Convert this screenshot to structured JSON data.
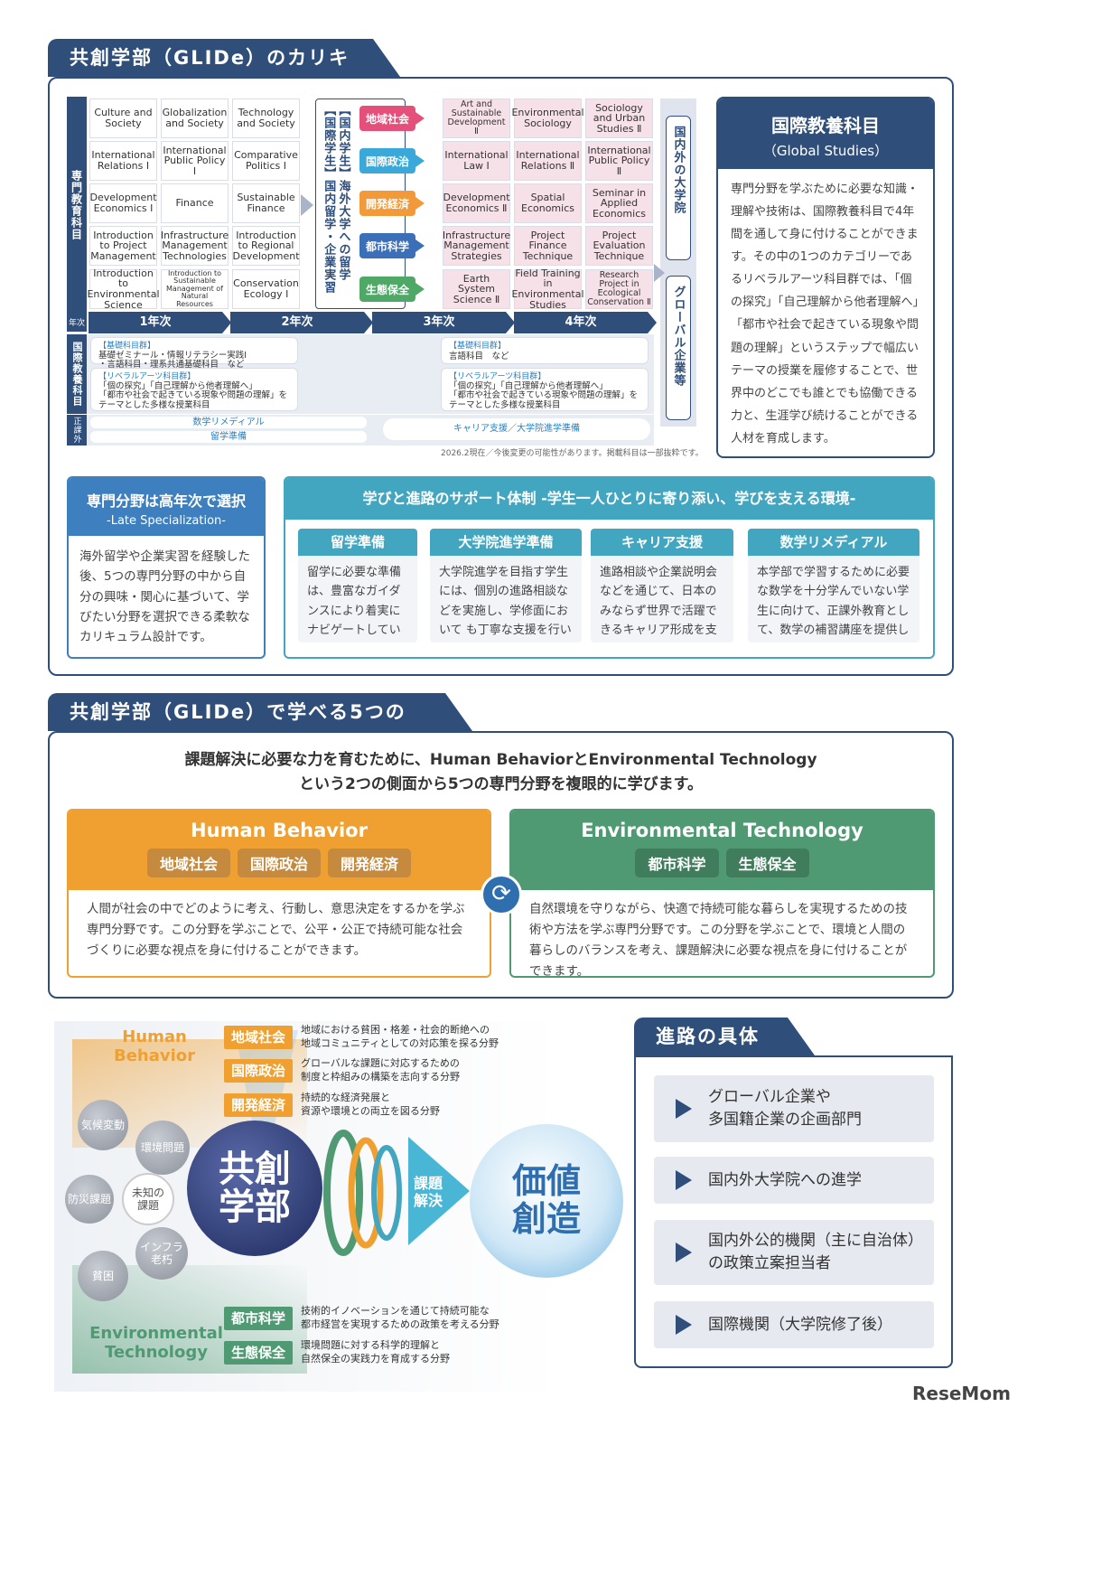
{
  "section1": {
    "title": "共創学部（GLIDe）のカリキュラム"
  },
  "curriculum": {
    "specialized_label": "専門教育科目",
    "grid_y12": [
      [
        "Culture and Society",
        "Globalization and Society",
        "Technology and Society"
      ],
      [
        "International Relations Ⅰ",
        "International Public Policy Ⅰ",
        "Comparative Politics Ⅰ"
      ],
      [
        "Development Economics Ⅰ",
        "Finance",
        "Sustainable Finance"
      ],
      [
        "Introduction to Project Management",
        "Infrastructure Management Technologies",
        "Introduction to Regional Development"
      ],
      [
        "Introduction to Environmental Science",
        "Introduction to Sustainable Management of Natural Resources",
        "Conservation Ecology Ⅰ"
      ]
    ],
    "abroad_text": "【国内学生】海外大学への留学\n【国際学生】国内留学・企業実習",
    "fields": [
      "地域社会",
      "国際政治",
      "開発経済",
      "都市科学",
      "生態保全"
    ],
    "grid_y34": [
      [
        "Art and Sustainable Development Ⅱ",
        "Environmental Sociology",
        "Sociology and Urban Studies Ⅱ"
      ],
      [
        "International Law Ⅰ",
        "International Relations Ⅱ",
        "International Public Policy Ⅱ"
      ],
      [
        "Development Economics Ⅱ",
        "Spatial Economics",
        "Seminar in Applied Economics"
      ],
      [
        "Infrastructure Management Strategies",
        "Project Finance Technique",
        "Project Evaluation Technique"
      ],
      [
        "Earth System Science Ⅱ",
        "Field Training in Environmental Studies",
        "Research Project in Ecological Conservation Ⅱ"
      ]
    ],
    "grad_label": "国内外の大学院",
    "company_label": "グローバル企業等",
    "year_label": "年次",
    "years": [
      "1年次",
      "2年次",
      "3年次",
      "4年次"
    ],
    "liberal_label": "国際教養科目",
    "basic1_tag": "【基礎科目群】",
    "basic1_text": "基礎ゼミナール・情報リテラシー実践Ⅰ\n・言語科目・理系共通基礎科目　など",
    "liberal1_tag": "【リベラルアーツ科目群】",
    "liberal1_text": "「個の探究」「自己理解から他者理解へ」\n「都市や社会で起きている現象や問題の理解」を\nテーマとした多様な授業科目",
    "basic2_tag": "【基礎科目群】",
    "basic2_text": "言語科目　など",
    "liberal2_tag": "【リベラルアーツ科目群】",
    "liberal2_text": "「個の探究」「自己理解から他者理解へ」\n「都市や社会で起きている現象や問題の理解」を\nテーマとした多様な授業科目",
    "extra_label": "正課外",
    "extra1": "数学リメディアル",
    "extra2": "留学準備",
    "extra3": "キャリア支援／大学院進学準備",
    "footnote": "2026.2現在／今後変更の可能性があります。掲載科目は一部抜粋です。"
  },
  "global_studies": {
    "title": "国際教養科目",
    "subtitle": "（Global Studies）",
    "body": "専門分野を学ぶために必要な知識・理解や技術は、国際教養科目で4年間を通して身に付けることができます。その中の1つのカテゴリーであるリベラルアーツ科目群では、「個の探究」「自己理解から他者理解へ」「都市や社会で起きている現象や問題の理解」というステップで幅広いテーマの授業を履修することで、世界中のどこでも誰とでも協働できる力と、生涯学び続けることができる人材を育成します。"
  },
  "late": {
    "title": "専門分野は高年次で選択",
    "subtitle": "-Late Specialization-",
    "body": "海外留学や企業実習を経験した後、5つの専門分野の中から自分の興味・関心に基づいて、学びたい分野を選択できる柔軟なカリキュラム設計です。"
  },
  "support": {
    "title": "学びと進路のサポート体制 -学生一人ひとりに寄り添い、学びを支える環境-",
    "cards": [
      {
        "title": "留学準備",
        "body": "留学に必要な準備は、豊富なガイダンスにより着実にナビゲートしていきます。"
      },
      {
        "title": "大学院進学準備",
        "body": "大学院進学を目指す学生には、個別の進路相談などを実施し、学修面において も丁寧な支援を行います。"
      },
      {
        "title": "キャリア支援",
        "body": "進路相談や企業説明会などを通じて、日本のみならず世界で活躍できるキャリア形成を支援します。"
      },
      {
        "title": "数学リメディアル",
        "body": "本学部で学習するために必要な数学を十分学んでいない学生に向けて、正課外教育として、数学の補習講座を提供します。"
      }
    ]
  },
  "section2": {
    "title": "共創学部（GLIDe）で学べる5つの専門分野",
    "lead1": "課題解決に必要な力を育むために、Human BehaviorとEnvironmental Technology",
    "lead2": "という2つの側面から5つの専門分野を複眼的に学びます。"
  },
  "human": {
    "title": "Human Behavior",
    "tags": [
      "地域社会",
      "国際政治",
      "開発経済"
    ],
    "body": "人間が社会の中でどのように考え、行動し、意思決定をするかを学ぶ専門分野です。この分野を学ぶことで、公平・公正で持続可能な社会づくりに必要な視点を身に付けることができます。",
    "color": "#f0a030"
  },
  "env": {
    "title": "Environmental Technology",
    "tags": [
      "都市科学",
      "生態保全"
    ],
    "body": "自然環境を守りながら、快適で持続可能な暮らしを実現するための技術や方法を学ぶ専門分野です。この分野を学ぶことで、環境と人間の暮らしのバランスを考え、課題解決に必要な視点を身に付けることができます。",
    "color": "#4f9a72"
  },
  "diagram": {
    "human_label": "Human Behavior",
    "env_label": "Environmental Technology",
    "fields": [
      {
        "tag": "地域社会",
        "desc": "地域における貧困・格差・社会的断絶への\n地域コミュニティとしての対応策を探る分野"
      },
      {
        "tag": "国際政治",
        "desc": "グローバルな課題に対応するための\n制度と枠組みの構築を志向する分野"
      },
      {
        "tag": "開発経済",
        "desc": "持続的な経済発展と\n資源や環境との両立を図る分野"
      },
      {
        "tag": "都市科学",
        "desc": "技術的イノベーションを通じて持続可能な\n都市経営を実現するための政策を考える分野"
      },
      {
        "tag": "生態保全",
        "desc": "環境問題に対する科学的理解と\n自然保全の実践力を育成する分野"
      }
    ],
    "issues": [
      "気候変動",
      "環境問題",
      "防災課題",
      "未知の\n課題",
      "インフラ\n老朽",
      "貧困"
    ],
    "center": "共創\n学部",
    "arrow": "課題\n解決",
    "goal": "価値\n創造"
  },
  "careers": {
    "title": "進路の具体例",
    "items": [
      "グローバル企業や\n多国籍企業の企画部門",
      "国内外大学院への進学",
      "国内外公的機関（主に自治体）\nの政策立案担当者",
      "国際機関（大学院修了後）"
    ]
  },
  "logo": "ReseMom"
}
